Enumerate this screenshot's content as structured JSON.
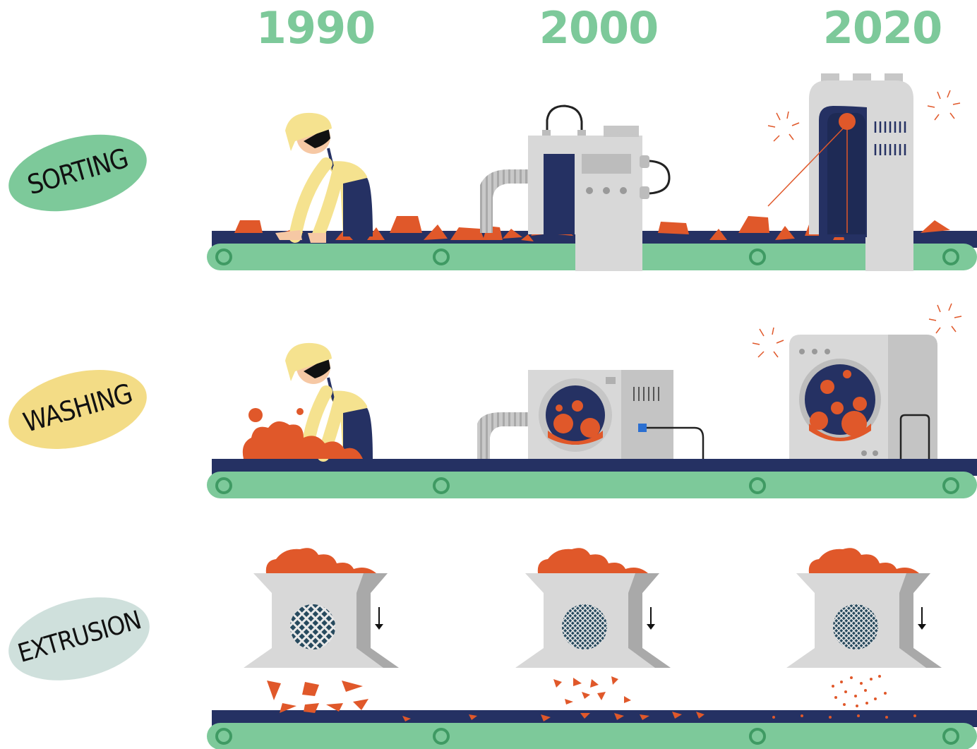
{
  "years": [
    "1990",
    "2000",
    "2020"
  ],
  "stages": [
    {
      "label": "SORTING",
      "color": "#7dc99a"
    },
    {
      "label": "WASHING",
      "color": "#f3dc86"
    },
    {
      "label": "EXTRUSION",
      "color": "#cfe0dc"
    }
  ],
  "colors": {
    "belt_green": "#7dc99a",
    "belt_navy": "#253163",
    "flake_orange": "#e0582a",
    "machine_grey": "#d8d8d8",
    "worker_yellow": "#f5e28f"
  }
}
